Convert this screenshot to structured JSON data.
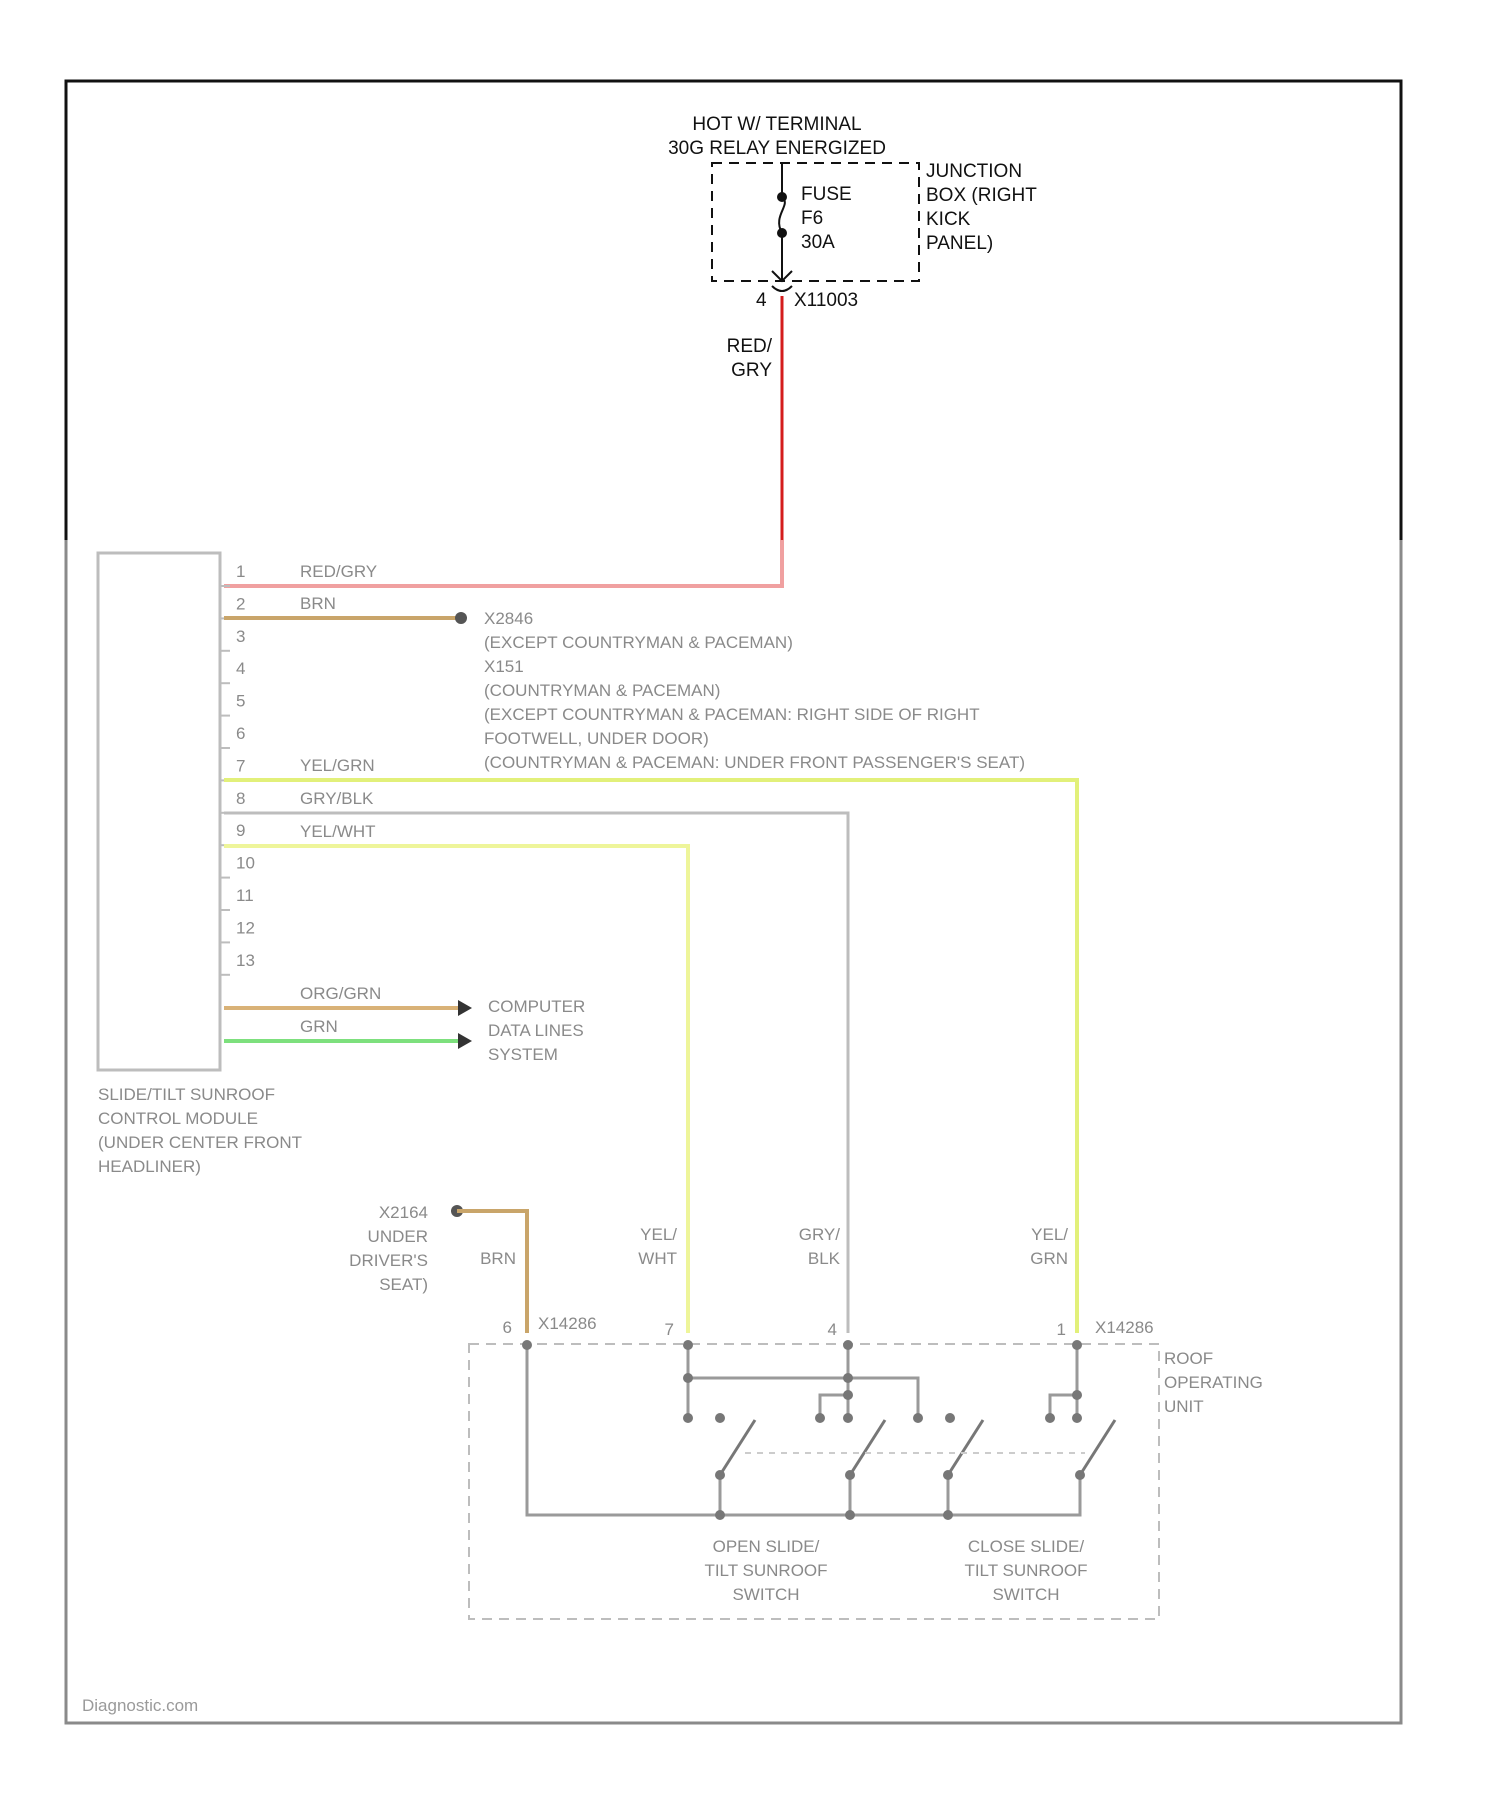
{
  "colors": {
    "frame": "#111111",
    "wire_red_gry": "#d41c1c",
    "wire_red_gry_faded": "#f0a0a0",
    "wire_brn": "#c9a56a",
    "wire_yel_grn": "#e2f07a",
    "wire_gry_blk": "#bdbdbd",
    "wire_yel_wht": "#eef59a",
    "wire_org_grn": "#d9b277",
    "wire_grn": "#7de07d"
  },
  "power_source": {
    "line1": "HOT W/ TERMINAL",
    "line2": "30G RELAY ENERGIZED"
  },
  "fuse": {
    "line1": "FUSE",
    "line2": "F6",
    "line3": "30A"
  },
  "junction_box": {
    "line1": "JUNCTION",
    "line2": "BOX (RIGHT",
    "line3": "KICK",
    "line4": "PANEL)"
  },
  "fuse_connector": {
    "pin": "4",
    "name": "X11003"
  },
  "feed_wire": {
    "line1": "RED/",
    "line2": "GRY"
  },
  "module": {
    "pins": [
      "1",
      "2",
      "3",
      "4",
      "5",
      "6",
      "7",
      "8",
      "9",
      "10",
      "11",
      "12",
      "13"
    ],
    "wire_labels": {
      "pin1": "RED/GRY",
      "pin2": "BRN",
      "pin5": "YEL/GRN",
      "pin6": "GRY/BLK",
      "pin7": "YEL/WHT",
      "pin12": "ORG/GRN",
      "pin13": "GRN"
    },
    "label_lines": [
      "SLIDE/TILT SUNROOF",
      "CONTROL MODULE",
      "(UNDER CENTER FRONT",
      "HEADLINER)"
    ]
  },
  "ground_note": {
    "lines": [
      "X2846",
      "(EXCEPT COUNTRYMAN & PACEMAN)",
      "X151",
      "(COUNTRYMAN & PACEMAN)",
      "(EXCEPT COUNTRYMAN & PACEMAN: RIGHT SIDE OF RIGHT",
      "FOOTWELL, UNDER DOOR)",
      "(COUNTRYMAN & PACEMAN: UNDER FRONT PASSENGER'S SEAT)"
    ]
  },
  "data_lines": {
    "lines": [
      "COMPUTER",
      "DATA LINES",
      "SYSTEM"
    ]
  },
  "driver_ground": {
    "lines": [
      "X2164",
      "UNDER",
      "DRIVER'S",
      "SEAT)"
    ],
    "wire": "BRN"
  },
  "vertical_wire_labels": {
    "yel_wht": [
      "YEL/",
      "WHT"
    ],
    "gry_blk": [
      "GRY/",
      "BLK"
    ],
    "yel_grn": [
      "YEL/",
      "GRN"
    ]
  },
  "roof_unit": {
    "pins": {
      "left": "6",
      "mid1": "7",
      "mid2": "4",
      "right": "1"
    },
    "connector_left": "X14286",
    "connector_right": "X14286",
    "label_lines": [
      "ROOF",
      "OPERATING",
      "UNIT"
    ],
    "switch_open": [
      "OPEN SLIDE/",
      "TILT SUNROOF",
      "SWITCH"
    ],
    "switch_close": [
      "CLOSE SLIDE/",
      "TILT SUNROOF",
      "SWITCH"
    ]
  },
  "watermark": "Diagnostic.com"
}
